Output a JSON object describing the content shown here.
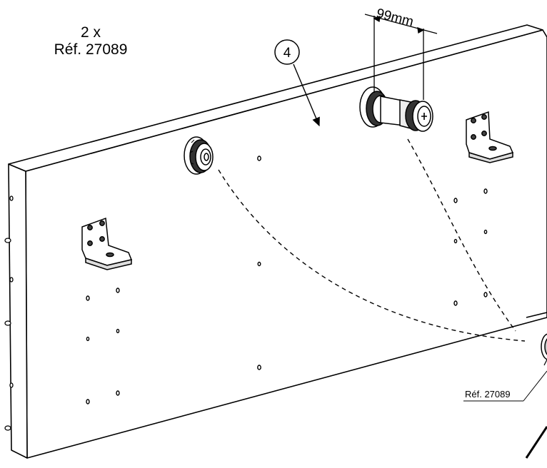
{
  "diagram": {
    "quantity": "2 x",
    "reference_main": "Réf. 27089",
    "callout_number": "4",
    "dimension": "99mm",
    "reference_detail": "Réf. 27089"
  }
}
